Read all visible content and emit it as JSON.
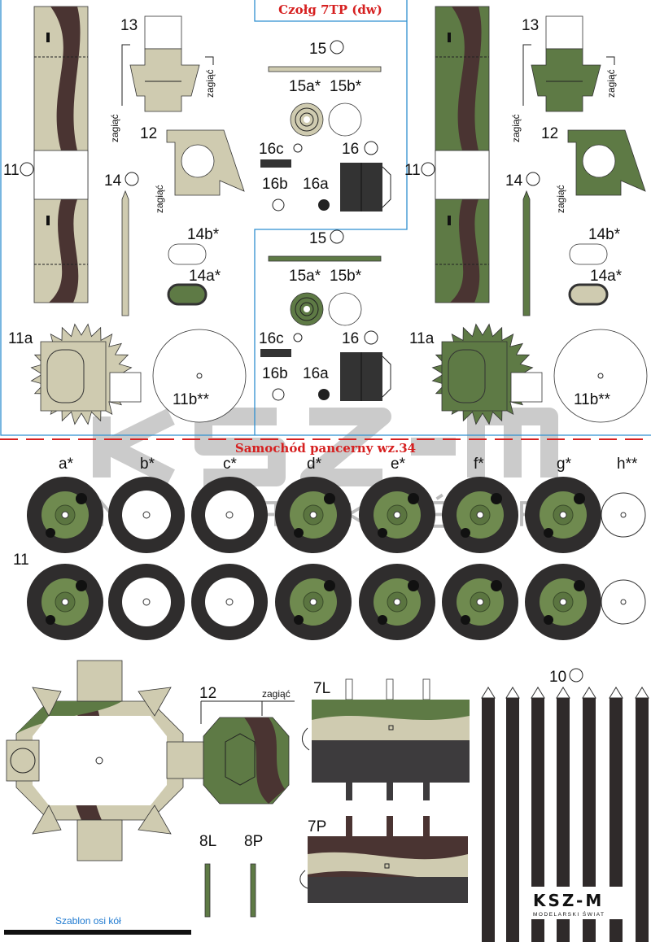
{
  "sheet": {
    "tank_title": "Czołg 7TP (dw)",
    "car_title": "Samochód pancerny wz.34",
    "watermark": "KSZ-M",
    "watermark_sub": "MODELARSKI ŚWIAT",
    "colors": {
      "beige": "#cfcbb0",
      "brown": "#4a3432",
      "green": "#5e7a45",
      "dark": "#3a3a3a",
      "title_red": "#d62020",
      "frame_blue": "#2f8fd0"
    }
  },
  "tank": {
    "p11": "11",
    "p11a": "11a",
    "p11b": "11b**",
    "p12": "12",
    "p13": "13",
    "p14": "14",
    "p14a": "14a*",
    "p14b": "14b*",
    "fold": "zagiąć"
  },
  "center": {
    "p15": "15",
    "p15a": "15a*",
    "p15b": "15b*",
    "p16": "16",
    "p16a": "16a",
    "p16b": "16b",
    "p16c": "16c"
  },
  "wheels": {
    "labels": [
      "a*",
      "b*",
      "c*",
      "d*",
      "e*",
      "f*",
      "g*",
      "h**"
    ],
    "row_label": "11"
  },
  "car": {
    "p12": "12",
    "fold": "zagiąć",
    "p7L": "7L",
    "p7P": "7P",
    "p8L": "8L",
    "p8P": "8P",
    "p10": "10",
    "axle_template": "Szablon osi kół"
  },
  "logo": {
    "name": "KSZ-M",
    "sub": "MODELARSKI ŚWIAT"
  }
}
